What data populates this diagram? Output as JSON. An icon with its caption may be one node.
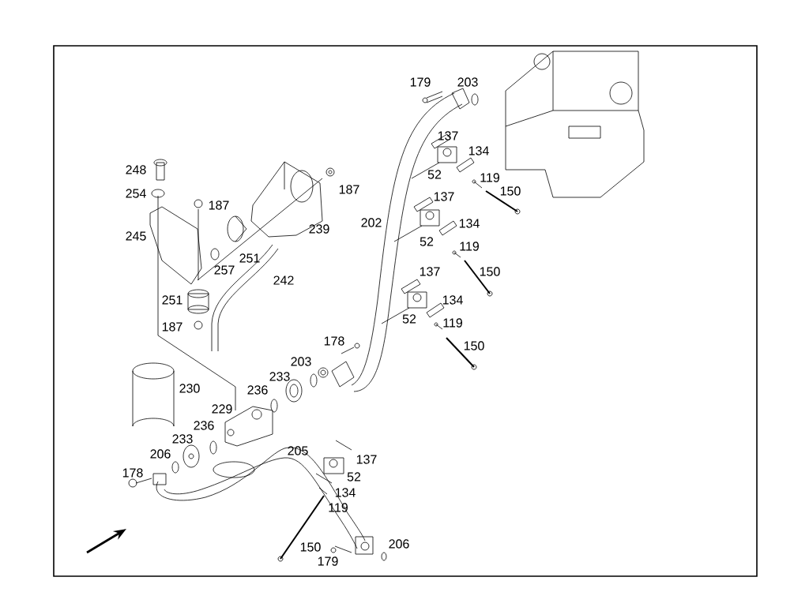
{
  "diagram": {
    "labels": [
      "179",
      "203",
      "137",
      "134",
      "248",
      "52",
      "119",
      "187",
      "150",
      "254",
      "137",
      "187",
      "202",
      "134",
      "239",
      "245",
      "52",
      "119",
      "251",
      "257",
      "137",
      "150",
      "242",
      "134",
      "251",
      "52",
      "119",
      "187",
      "178",
      "150",
      "203",
      "230",
      "233",
      "236",
      "229",
      "236",
      "233",
      "205",
      "137",
      "206",
      "52",
      "178",
      "134",
      "119",
      "206",
      "150",
      "179"
    ]
  }
}
